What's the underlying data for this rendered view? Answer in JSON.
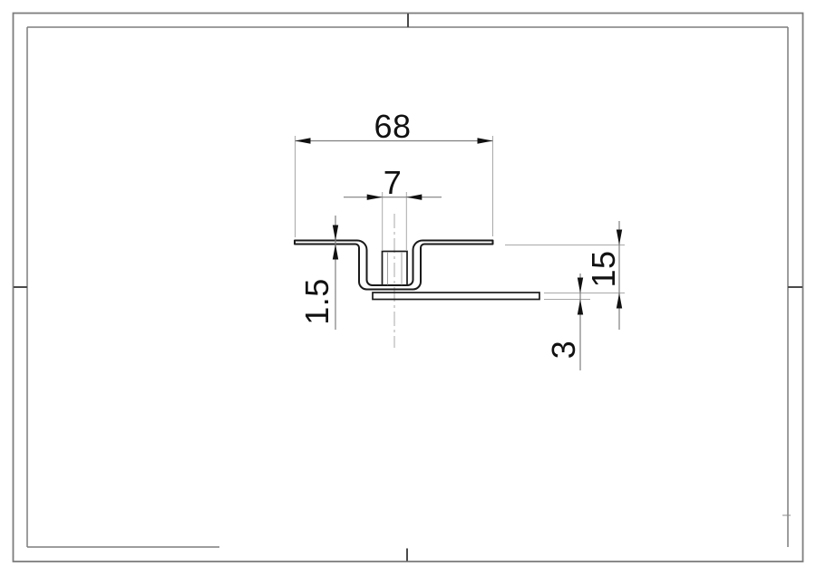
{
  "drawing": {
    "kind": "technical-cross-section",
    "dimensions": {
      "overall_width": "68",
      "channel_width": "7",
      "sheet_thickness": "1.5",
      "offset_depth": "15",
      "plate_thickness": "3"
    },
    "colors": {
      "outline": "#1a1a1a",
      "dimension_line": "#7f7f7f",
      "extension_line": "#a8a8a8",
      "arrow": "#111111",
      "frame": "#7d7d7d",
      "tick": "#4a4a4a",
      "background": "#ffffff"
    }
  }
}
